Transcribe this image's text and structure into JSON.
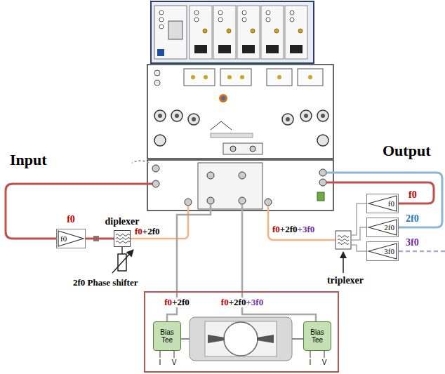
{
  "diagram": {
    "nodes": [
      {
        "text": [
          "f0"
        ]
      },
      {
        "text": [
          "diplexer"
        ]
      },
      {
        "text": [
          "f0"
        ]
      },
      {
        "text": [
          "2f0"
        ]
      },
      {
        "text": [
          "3f0"
        ]
      },
      {
        "text": [
          "Bias Tee"
        ]
      },
      {
        "text": [
          "Bias Tee"
        ]
      }
    ],
    "edges": [
      {
        "from": 0,
        "to": 1,
        "arrow": "none"
      }
    ],
    "labels": [
      "Input",
      "Output",
      "f0",
      "f0+2f0",
      "2f0 Phase shifter",
      "f0+2f0+3f0",
      "f0",
      "2f0",
      "3f0",
      "triplexer",
      "f0+2f0",
      "f0+2f0+3f0",
      "I",
      "V",
      "I",
      "V"
    ]
  }
}
